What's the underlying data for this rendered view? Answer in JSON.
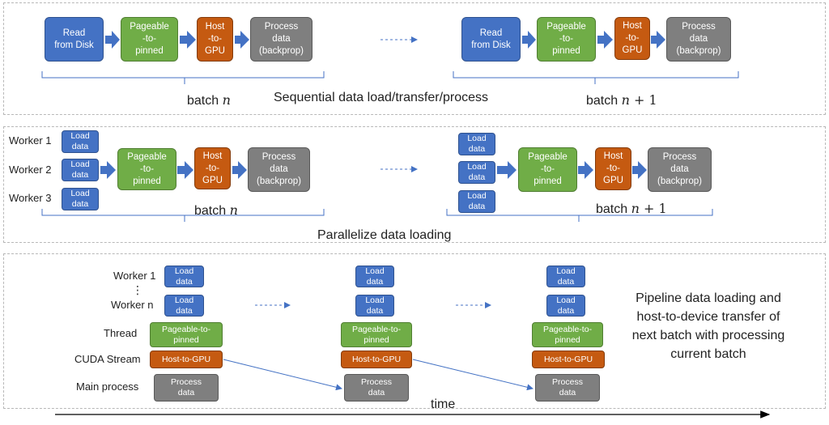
{
  "panel1": {
    "title": "Sequential data load/transfer/process",
    "batch_n": {
      "text": "batch ",
      "var": "n"
    },
    "batch_n1": {
      "text": "batch ",
      "var": "n",
      "suffix": " + 1"
    },
    "boxes": {
      "read": "Read\nfrom Disk",
      "pageable": "Pageable\n-to-\npinned",
      "host": "Host\n-to-\nGPU",
      "process": "Process\ndata\n(backprop)"
    }
  },
  "panel2": {
    "title": "Parallelize data loading",
    "workers": [
      "Worker 1",
      "Worker 2",
      "Worker 3"
    ],
    "load": "Load\ndata",
    "batch_n": {
      "text": "batch ",
      "var": "n"
    },
    "batch_n1": {
      "text": "batch ",
      "var": "n",
      "suffix": " + 1"
    },
    "boxes": {
      "pageable": "Pageable\n-to-\npinned",
      "host": "Host\n-to-\nGPU",
      "process": "Process\ndata\n(backprop)"
    }
  },
  "panel3": {
    "rows": {
      "worker1": "Worker 1",
      "dots": "⋮",
      "workern": "Worker n",
      "thread": "Thread",
      "cuda": "CUDA Stream",
      "main": "Main process"
    },
    "load": "Load\ndata",
    "pageable": "Pageable-to-\npinned",
    "host": "Host-to-GPU",
    "process": "Process\ndata",
    "description": "Pipeline data loading and\nhost-to-device transfer of\nnext batch with processing\ncurrent batch",
    "time_label": "time"
  },
  "colors": {
    "load_blue": "#4472c4",
    "pinned_green": "#70ad47",
    "transfer_orange": "#c55a11",
    "process_gray": "#7f7f7f",
    "arrow_blue": "#4472c4"
  }
}
